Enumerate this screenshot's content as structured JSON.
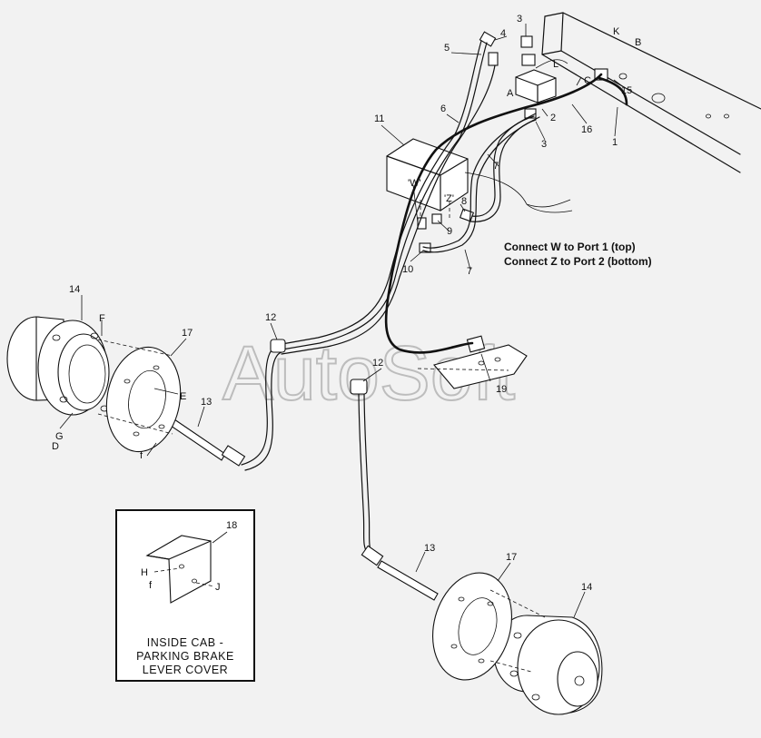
{
  "watermark": "AutoSoft",
  "notes": [
    "Connect W to Port 1 (top)",
    "Connect Z to Port 2 (bottom)"
  ],
  "inset": {
    "caption": [
      "INSIDE CAB -",
      "PARKING BRAKE",
      "LEVER COVER"
    ]
  },
  "labels": [
    "3",
    "4",
    "5",
    "K",
    "B",
    "L",
    "A",
    "C",
    "15",
    "2",
    "6",
    "16",
    "3",
    "1",
    "11",
    "7",
    "'W'",
    "'Z'",
    "8",
    "9",
    "10",
    "7",
    "12",
    "12",
    "19",
    "14",
    "F",
    "17",
    "E",
    "13",
    "G",
    "D",
    "f",
    "18",
    "H",
    "f",
    "J",
    "13",
    "17",
    "14"
  ]
}
